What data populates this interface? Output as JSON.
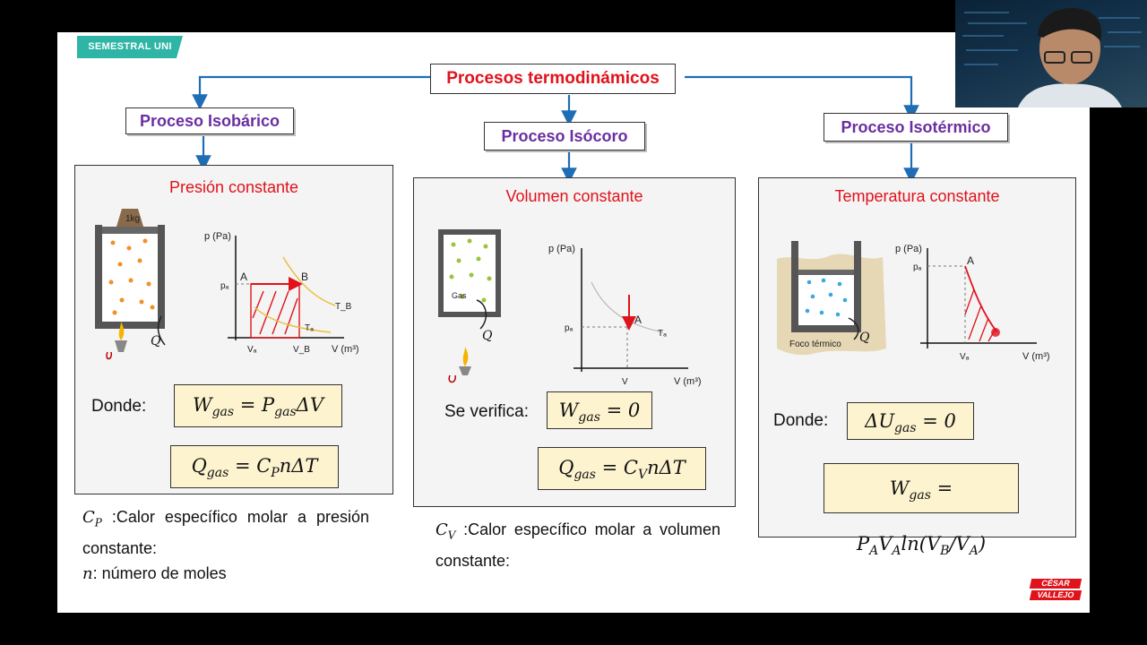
{
  "brand": {
    "label": "SEMESTRAL UNI"
  },
  "main_title": "Procesos termodinámicos",
  "processes": [
    {
      "name": "Proceso Isobárico",
      "subtitle": "Presión constante",
      "graph": {
        "y_axis": "p (Pa)",
        "x_axis": "V (m³)",
        "point_a": "A",
        "point_b": "B",
        "pa": "pₐ",
        "va": "Vₐ",
        "vb": "V_B",
        "tb": "T_B",
        "ta": "Tₐ"
      },
      "weight": "1kg",
      "heat": "Q",
      "formula_label": "Donde:",
      "formula1": {
        "a": "W",
        "as": "gas",
        "b": " = P",
        "bs": "gas",
        "c": "ΔV"
      },
      "formula2": {
        "a": "Q",
        "as": "gas",
        "b": " = C",
        "bs": "P",
        "c": "nΔT"
      },
      "note_symbol": "C",
      "note_sub": "P",
      "note_text": " :Calor específico molar a presión constante:",
      "note2_symbol": "n",
      "note2_text": ": número de moles"
    },
    {
      "name": "Proceso Isócoro",
      "subtitle": "Volumen constante",
      "graph": {
        "y_axis": "p (Pa)",
        "x_axis": "V (m³)",
        "point_a": "A",
        "pa": "pₐ",
        "v": "V",
        "ta": "Tₐ"
      },
      "gas_label": "Gas",
      "heat": "Q",
      "formula_label": "Se verifica:",
      "formula1": {
        "a": "W",
        "as": "gas",
        "b": " = 0"
      },
      "formula2": {
        "a": "Q",
        "as": "gas",
        "b": " = C",
        "bs": "V",
        "c": "nΔT"
      },
      "note_symbol": "C",
      "note_sub": "V",
      "note_text": " :Calor específico molar a volumen constante:"
    },
    {
      "name": "Proceso Isotérmico",
      "subtitle": "Temperatura constante",
      "graph": {
        "y_axis": "p (Pa)",
        "x_axis": "V (m³)",
        "point_a": "A",
        "pa": "pₐ",
        "va": "Vₐ"
      },
      "foco_label": "Foco térmico",
      "heat": "Q",
      "formula_label": "Donde:",
      "formula1": {
        "a": "ΔU",
        "as": "gas",
        "b": " = 0"
      },
      "formula2": {
        "a": "W",
        "as": "gas",
        "b": " = P",
        "bs": "A",
        "c": "V",
        "cs": "A",
        "d": "ln(V",
        "ds": "B",
        "e": "/V",
        "es": "A",
        "f": ")"
      }
    }
  ],
  "logo": {
    "line1": "CÉSAR",
    "line2": "VALLEJO"
  },
  "colors": {
    "accent_red": "#e0121b",
    "purple": "#6a2fa0",
    "arrow_blue": "#1f6db5",
    "formula_bg": "#fdf3cf",
    "brand_teal": "#2fb5a6"
  }
}
